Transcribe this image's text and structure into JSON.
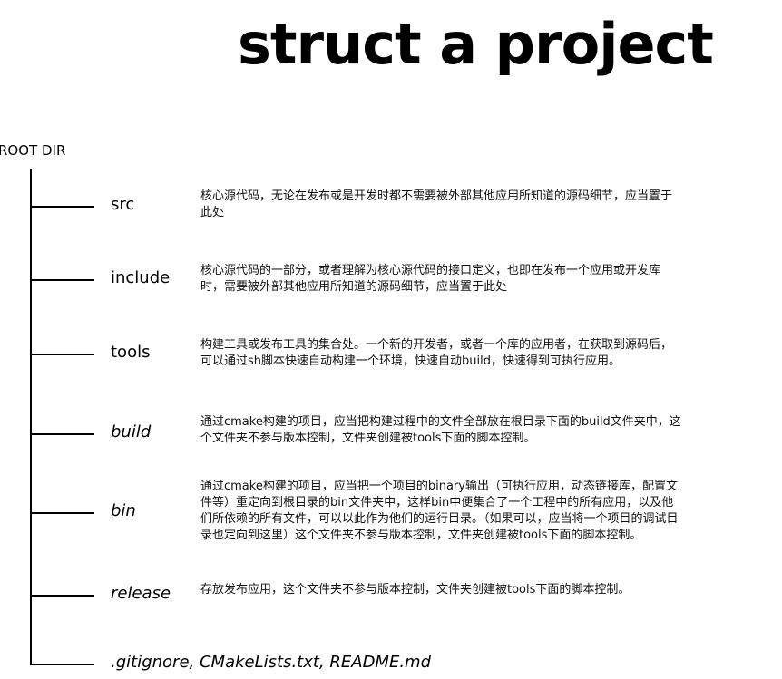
{
  "title": "struct a project",
  "root_label": "ROOT DIR",
  "items": [
    {
      "label": "src",
      "italic": false,
      "description": "核心源代码，无论在发布或是开发时都不需要被外部其他应用所知道的源码细节，应当置于此处"
    },
    {
      "label": "include",
      "italic": false,
      "description": "核心源代码的一部分，或者理解为核心源代码的接口定义，也即在发布一个应用或开发库时，需要被外部其他应用所知道的源码细节，应当置于此处"
    },
    {
      "label": "tools",
      "italic": false,
      "description": "构建工具或发布工具的集合处。一个新的开发者，或者一个库的应用者，在获取到源码后，可以通过sh脚本快速自动构建一个环境，快速自动build，快速得到可执行应用。"
    },
    {
      "label": "build",
      "italic": true,
      "description": "通过cmake构建的项目，应当把构建过程中的文件全部放在根目录下面的build文件夹中，这个文件夹不参与版本控制，文件夹创建被tools下面的脚本控制。"
    },
    {
      "label": "bin",
      "italic": true,
      "description": "通过cmake构建的项目，应当把一个项目的binary输出（可执行应用，动态链接库，配置文件等）重定向到根目录的bin文件夹中，这样bin中便集合了一个工程中的所有应用，以及他们所依赖的所有文件，可以以此作为他们的运行目录。（如果可以，应当将一个项目的调试目录也定向到这里）这个文件夹不参与版本控制，文件夹创建被tools下面的脚本控制。"
    },
    {
      "label": "release",
      "italic": true,
      "description": "存放发布应用，这个文件夹不参与版本控制，文件夹创建被tools下面的脚本控制。"
    },
    {
      "label": ".gitignore, CMakeLists.txt, README.md",
      "italic": true,
      "description": ""
    }
  ]
}
